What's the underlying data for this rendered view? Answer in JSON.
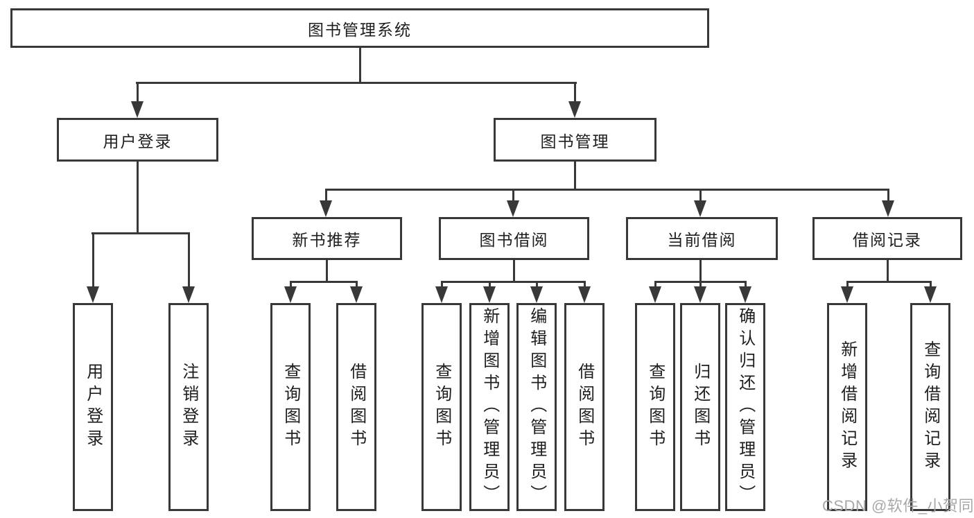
{
  "colors": {
    "line": "#383838",
    "box_border": "#383838",
    "box_background": "#ffffff",
    "text": "#1e1e1e",
    "watermark": "#a8a8a8"
  },
  "tree": {
    "root": "图书管理系统",
    "branches": [
      {
        "label": "用户登录",
        "leaves": [
          "用户登录",
          "注销登录"
        ]
      },
      {
        "label": "图书管理",
        "groups": [
          {
            "label": "新书推荐",
            "leaves": [
              "查询图书",
              "借阅图书"
            ]
          },
          {
            "label": "图书借阅",
            "leaves": [
              "查询图书",
              "新增图书（管理员）",
              "编辑图书（管理员）",
              "借阅图书"
            ]
          },
          {
            "label": "当前借阅",
            "leaves": [
              "查询图书",
              "归还图书",
              "确认归还（管理员）"
            ]
          },
          {
            "label": "借阅记录",
            "leaves": [
              "新增借阅记录",
              "查询借阅记录"
            ]
          }
        ]
      }
    ]
  },
  "watermark": {
    "text": "CSDN @软件_小贺同学"
  }
}
